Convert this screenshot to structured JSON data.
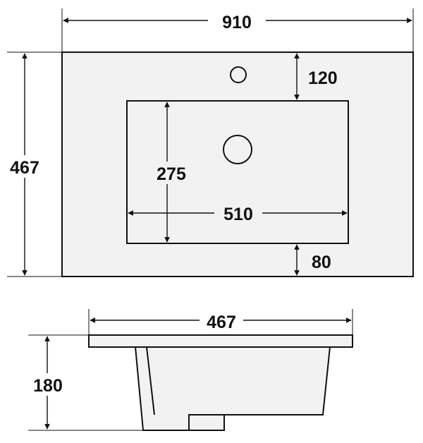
{
  "top_view": {
    "overall_width": "910",
    "overall_depth": "467",
    "tap_hole_offset": "120",
    "bowl_depth": "275",
    "bowl_width": "510",
    "front_margin": "80"
  },
  "side_view": {
    "depth": "467",
    "height": "180"
  },
  "colors": {
    "line": "#111111",
    "fill": "#f2f2f2",
    "background": "#ffffff"
  }
}
